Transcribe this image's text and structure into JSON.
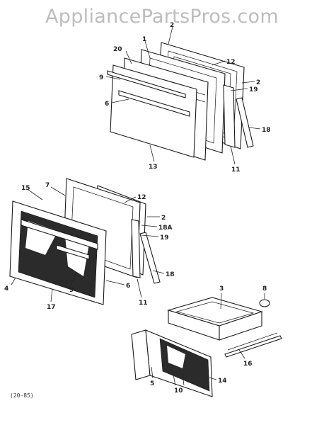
{
  "watermark": "AppliancePartsPros.com",
  "footer_code": "(20-85)",
  "callouts": {
    "upper": [
      "1",
      "20",
      "9",
      "6",
      "13",
      "2",
      "12",
      "2",
      "19",
      "11",
      "18"
    ],
    "lower": [
      "15",
      "7",
      "12",
      "2",
      "18A",
      "19",
      "4",
      "9",
      "17",
      "6",
      "11",
      "18"
    ],
    "drawer": [
      "3",
      "8",
      "16",
      "5",
      "10",
      "14"
    ]
  }
}
